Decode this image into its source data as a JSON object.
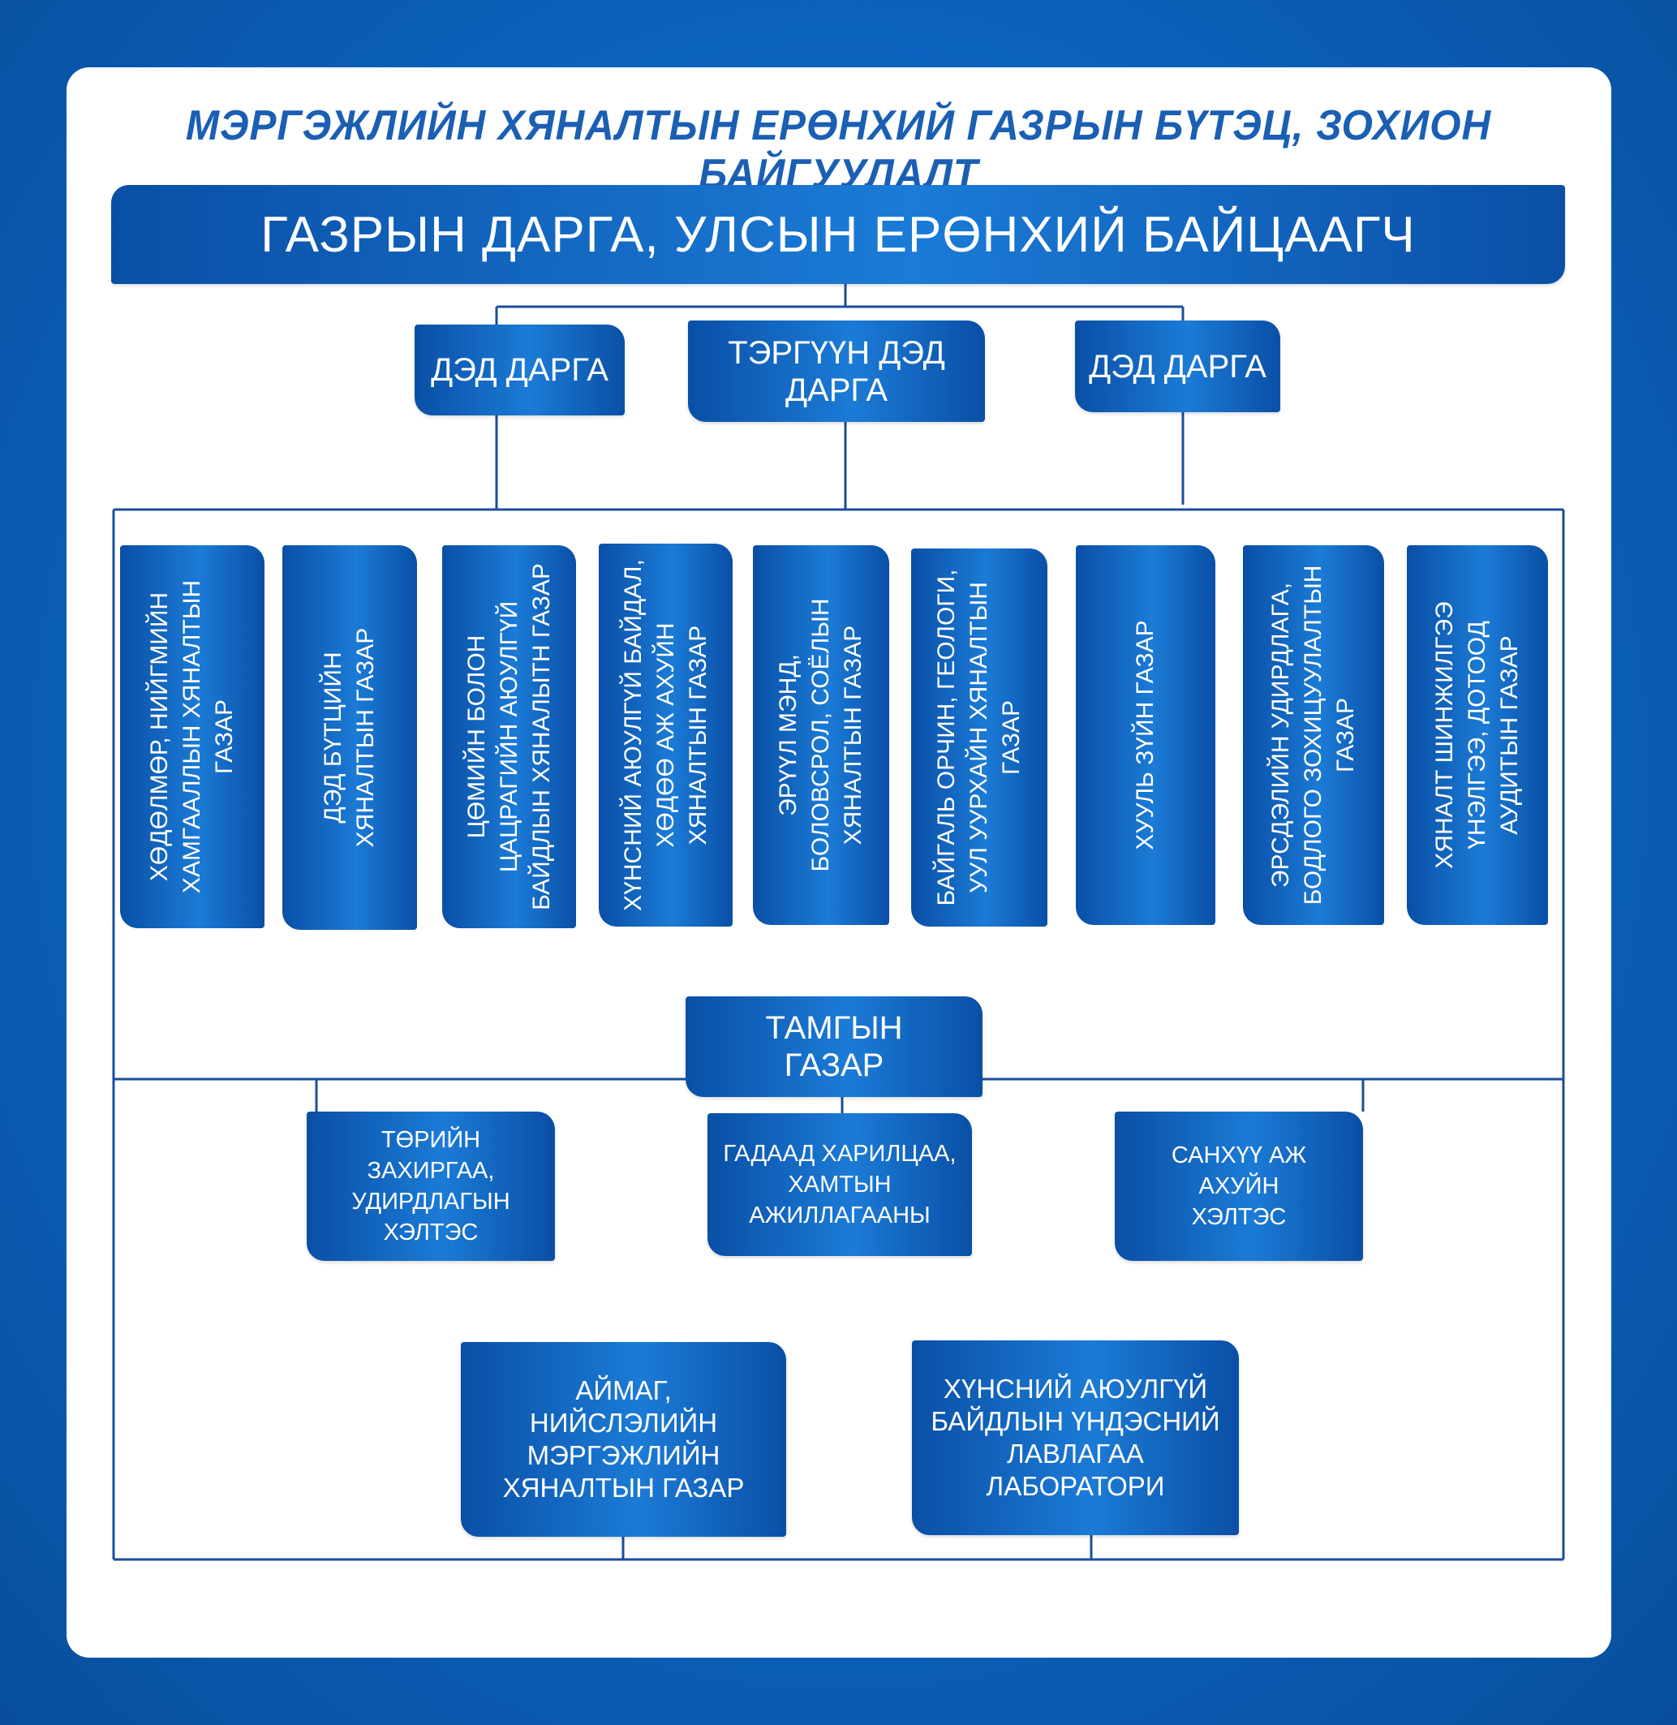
{
  "title": "МЭРГЭЖЛИЙН  ХЯНАЛТЫН ЕРӨНХИЙ ГАЗРЫН БҮТЭЦ, ЗОХИОН БАЙГУУЛАЛТ",
  "head": "ГАЗРЫН ДАРГА, УЛСЫН ЕРӨНХИЙ БАЙЦААГЧ",
  "deputies": {
    "left": "ДЭД ДАРГА",
    "first": "ТЭРГҮҮН ДЭД ДАРГА",
    "right": "ДЭД ДАРГА"
  },
  "departments": [
    "ХӨДӨЛМӨР, НИЙГМИЙН ХАМГААЛЛЫН ХЯНАЛТЫН ГАЗАР",
    "ДЭД БҮТЦИЙН ХЯНАЛТЫН ГАЗАР",
    "ЦӨМИЙН БОЛОН ЦАЦРАГИЙН АЮУЛГҮЙ БАЙДЛЫН  ХЯНАЛЫТН ГАЗАР",
    "ХҮНСНИЙ АЮУЛГҮЙ БАЙДАЛ, ХӨДӨӨ АЖ АХУЙН ХЯНАЛТЫН ГАЗАР",
    "ЭРҮҮЛ МЭНД, БОЛОВСРОЛ, СОЁЛЫН ХЯНАЛТЫН ГАЗАР",
    "БАЙГАЛЬ ОРЧИН, ГЕОЛОГИ, УУЛ УУРХАЙН ХЯНАЛТЫН ГАЗАР",
    "ХУУЛЬ ЗҮЙН ГАЗАР",
    "ЭРСДЭЛИЙН УДИРДЛАГА, БОДЛОГО ЗОХИЦУУЛАЛТЫН ГАЗАР",
    "ХЯНАЛТ ШИНЖИЛГЭЭ ҮНЭЛГЭЭ, ДОТООД АУДИТЫН ГАЗАР"
  ],
  "secretariat": "ТАМГЫН ГАЗАР",
  "sub_units": [
    "ТӨРИЙН ЗАХИРГАА, УДИРДЛАГЫН ХЭЛТЭС",
    "ГАДААД ХАРИЛЦАА, ХАМТЫН АЖИЛЛАГААНЫ",
    "САНХҮҮ АЖ АХУЙН ХЭЛТЭС"
  ],
  "lower_units": [
    "АЙМАГ, НИЙСЛЭЛИЙН МЭРГЭЖЛИЙН ХЯНАЛТЫН ГАЗАР",
    "ХҮНСНИЙ АЮУЛГҮЙ БАЙДЛЫН ҮНДЭСНИЙ ЛАВЛАГАА ЛАБОРАТОРИ"
  ],
  "colors": {
    "frame": "#0b62bd",
    "box": "#1b7bd6",
    "line": "#1a4e9a",
    "title": "#1a5fb4"
  }
}
